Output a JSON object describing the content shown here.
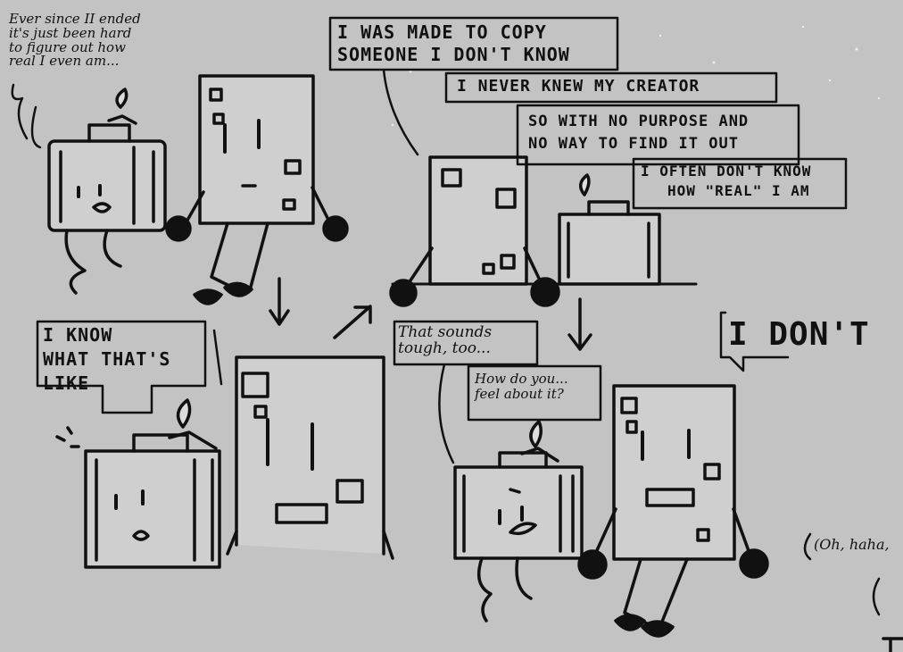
{
  "comic": {
    "panel1": {
      "caption": "Ever since II ended\nit's just been hard\nto figure out how\nreal I even am..."
    },
    "panel2": {
      "bubble1": "I WAS MADE TO COPY\nSOMEONE I DON'T KNOW",
      "bubble2": "I NEVER KNEW MY CREATOR",
      "bubble3": "SO WITH NO PURPOSE AND\nNO WAY TO FIND IT OUT",
      "bubble4a": "I OFTEN DON'T KNOW",
      "bubble4b": "HOW \"REAL\" I AM"
    },
    "panel3": {
      "bubble": "I KNOW\nWHAT THAT'S\nLIKE"
    },
    "panel4": {
      "bubble1": "That sounds\ntough, too...",
      "bubble2": "How do you...\nfeel about it?",
      "bubble3": "I DON'T"
    },
    "panel5": {
      "bubble": "(Oh, haha,"
    }
  },
  "colors": {
    "background": "#c3c3c3",
    "ink": "#111111",
    "fill": "#d0d0d0"
  }
}
